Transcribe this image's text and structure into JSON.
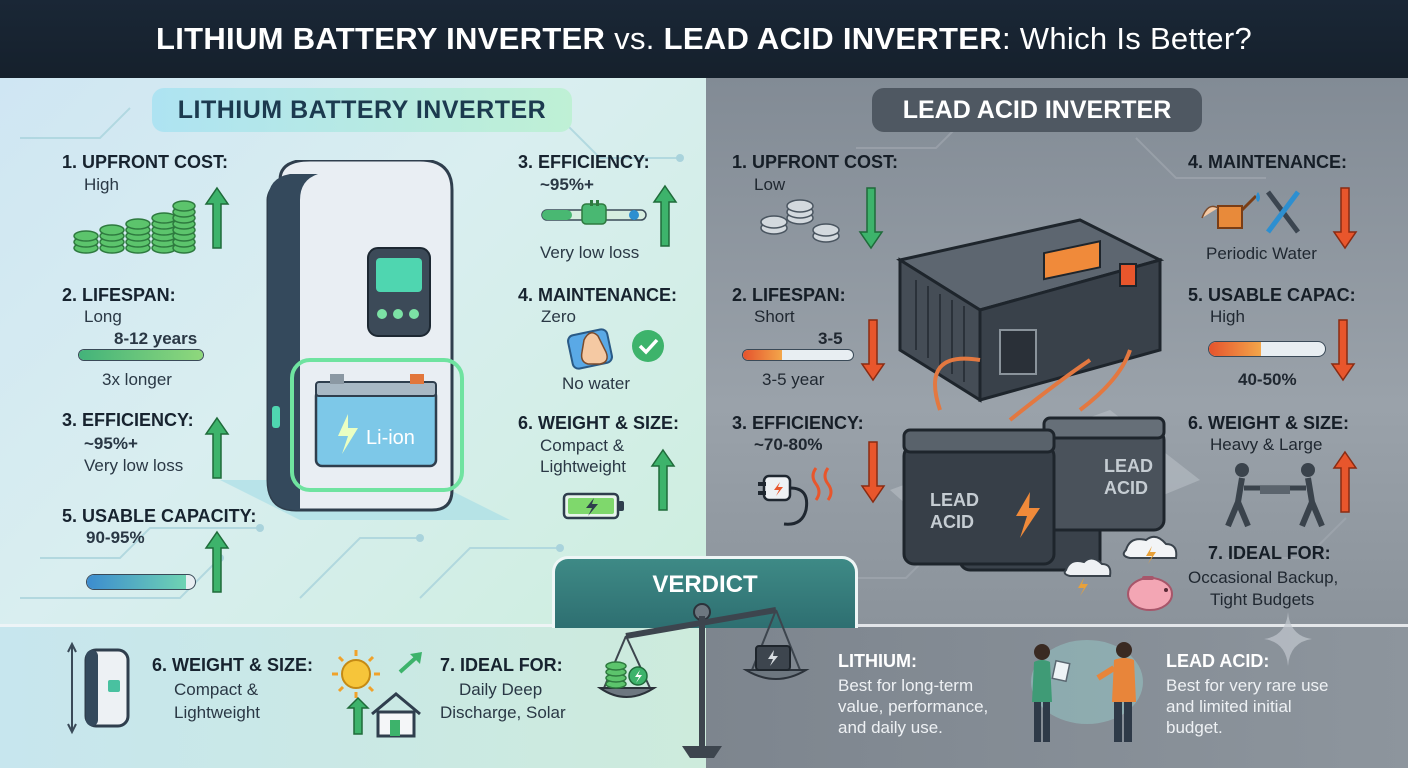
{
  "title": {
    "part1": "LITHIUM BATTERY INVERTER",
    "vs": " vs. ",
    "part2": "LEAD ACID INVERTER",
    "part3": ": Which Is Better?"
  },
  "lithium": {
    "heading": "LITHIUM BATTERY INVERTER",
    "battery_label": "Li-ion",
    "upfront_cost": {
      "label": "1. UPFRONT COST:",
      "value": "High"
    },
    "lifespan": {
      "label": "2. LIFESPAN:",
      "value": "Long",
      "range": "8-12 years",
      "note": "3x longer",
      "bar_fraction": 1.0
    },
    "efficiency_a": {
      "label": "3. EFFICIENCY:",
      "value": "~95%+",
      "note": "Very low loss"
    },
    "efficiency_b": {
      "label": "3. EFFICIENCY:",
      "value": "~95%+",
      "note": "Very low loss"
    },
    "maintenance": {
      "label": "4. MAINTENANCE:",
      "value": "Zero",
      "note": "No water"
    },
    "usable_capacity": {
      "label": "5. USABLE CAPACITY:",
      "value": "90-95%",
      "bar_fraction": 0.92
    },
    "weight_size_a": {
      "label": "6. WEIGHT & SIZE:",
      "line1": "Compact &",
      "line2": "Lightweight"
    },
    "weight_size_b": {
      "label": "6. WEIGHT & SIZE:",
      "line1": "Compact &",
      "line2": "Lightweight"
    },
    "ideal_for": {
      "label": "7. IDEAL FOR:",
      "line1": "Daily Deep",
      "line2": "Discharge, Solar"
    }
  },
  "lead_acid": {
    "heading": "LEAD ACID INVERTER",
    "battery_label_1": "LEAD",
    "battery_label_2": "ACID",
    "upfront_cost": {
      "label": "1. UPFRONT COST:",
      "value": "Low"
    },
    "lifespan": {
      "label": "2. LIFESPAN:",
      "value": "Short",
      "range": "3-5",
      "note": "3-5 year",
      "bar_fraction": 0.35
    },
    "efficiency": {
      "label": "3. EFFICIENCY:",
      "value": "~70-80%"
    },
    "maintenance": {
      "label": "4. MAINTENANCE:",
      "note": "Periodic Water"
    },
    "usable_capacity": {
      "label": "5. USABLE CAPAC:",
      "value": "High",
      "range": "40-50%",
      "bar_fraction": 0.45
    },
    "weight_size": {
      "label": "6. WEIGHT & SIZE:",
      "value": "Heavy & Large"
    },
    "ideal_for": {
      "label": "7. IDEAL FOR:",
      "line1": "Occasional Backup,",
      "line2": "Tight Budgets"
    }
  },
  "verdict": {
    "heading": "VERDICT",
    "lithium": {
      "label": "LITHIUM:",
      "line1": "Best for long-term",
      "line2": "value, performance,",
      "line3": "and daily use."
    },
    "lead_acid": {
      "label": "LEAD ACID:",
      "line1": "Best for very rare use",
      "line2": "and limited initial",
      "line3": "budget."
    }
  },
  "colors": {
    "up_arrow": "#3db36b",
    "down_arrow": "#e8562c",
    "lithium_glow": "#6fe3a0",
    "header_bg": "#15202c"
  }
}
